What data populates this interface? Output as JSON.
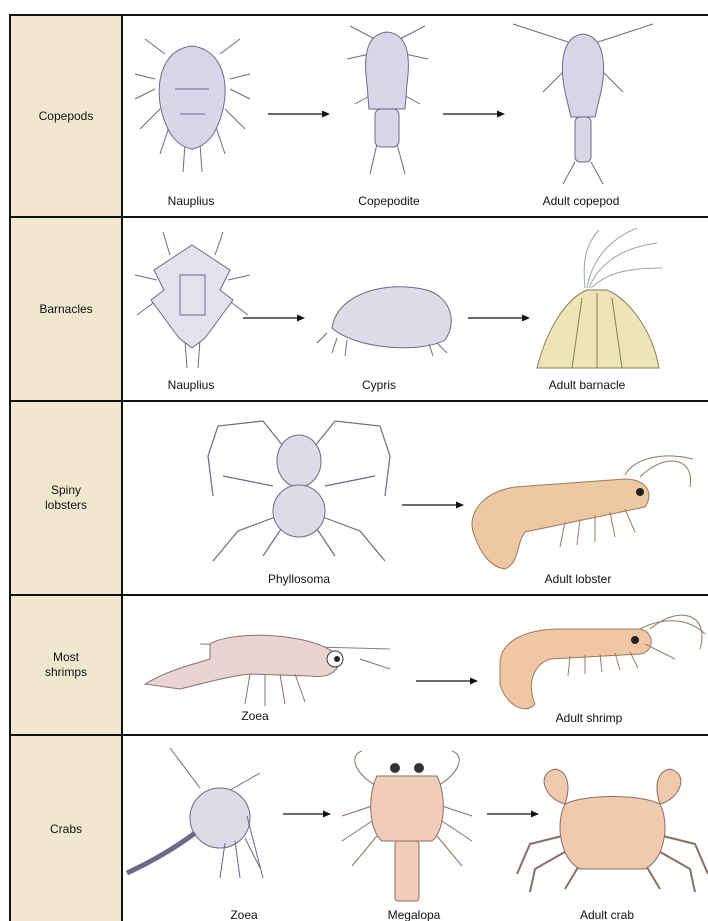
{
  "rows": [
    {
      "group": "Copepods",
      "stages": [
        "Nauplius",
        "Copepodite",
        "Adult copepod"
      ]
    },
    {
      "group": "Barnacles",
      "stages": [
        "Nauplius",
        "Cypris",
        "Adult barnacle"
      ]
    },
    {
      "group": "Spiny\nlobsters",
      "stages": [
        "Phyllosoma",
        "Adult lobster"
      ]
    },
    {
      "group": "Most\nshrimps",
      "stages": [
        "Zoea",
        "Adult shrimp"
      ]
    },
    {
      "group": "Crabs",
      "stages": [
        "Zoea",
        "Megalopa",
        "Adult crab"
      ]
    }
  ],
  "colors": {
    "label_bg": "#f1e7cf",
    "larva_fill": "#d9d6ea",
    "larva_stroke": "#6c6a86",
    "barnacle_shell": "#efe3b8",
    "lobster_body": "#ecc9a2",
    "shrimp_body": "#f0c7a4",
    "crab_body": "#f1c9ae",
    "zoea_pink": "#ead3d3"
  },
  "icons": [
    "nauplius-icon",
    "copepodite-icon",
    "adult-copepod-icon",
    "cypris-icon",
    "adult-barnacle-icon",
    "phyllosoma-icon",
    "adult-lobster-icon",
    "zoea-icon",
    "adult-shrimp-icon",
    "megalopa-icon",
    "adult-crab-icon"
  ]
}
